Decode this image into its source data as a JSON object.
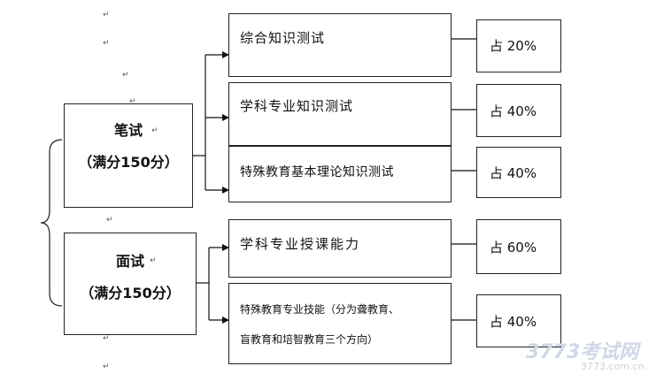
{
  "exams": [
    {
      "title": "笔试",
      "score": "（满分150分）"
    },
    {
      "title": "面试",
      "score": "（满分150分）"
    }
  ],
  "tests": [
    {
      "label": "综合知识测试"
    },
    {
      "label": "学科专业知识测试"
    },
    {
      "label": "特殊教育基本理论知识测试"
    },
    {
      "label": "学科专业授课能力"
    },
    {
      "label_line1": "特殊教育专业技能（分为聋教育、",
      "label_line2": "盲教育和培智教育三个方向）"
    }
  ],
  "percentages": [
    "占 20%",
    "占 40%",
    "占 40%",
    "占 60%",
    "占 40%"
  ],
  "watermark": {
    "brand": "3773考试网",
    "url": "3773.com.cn"
  }
}
